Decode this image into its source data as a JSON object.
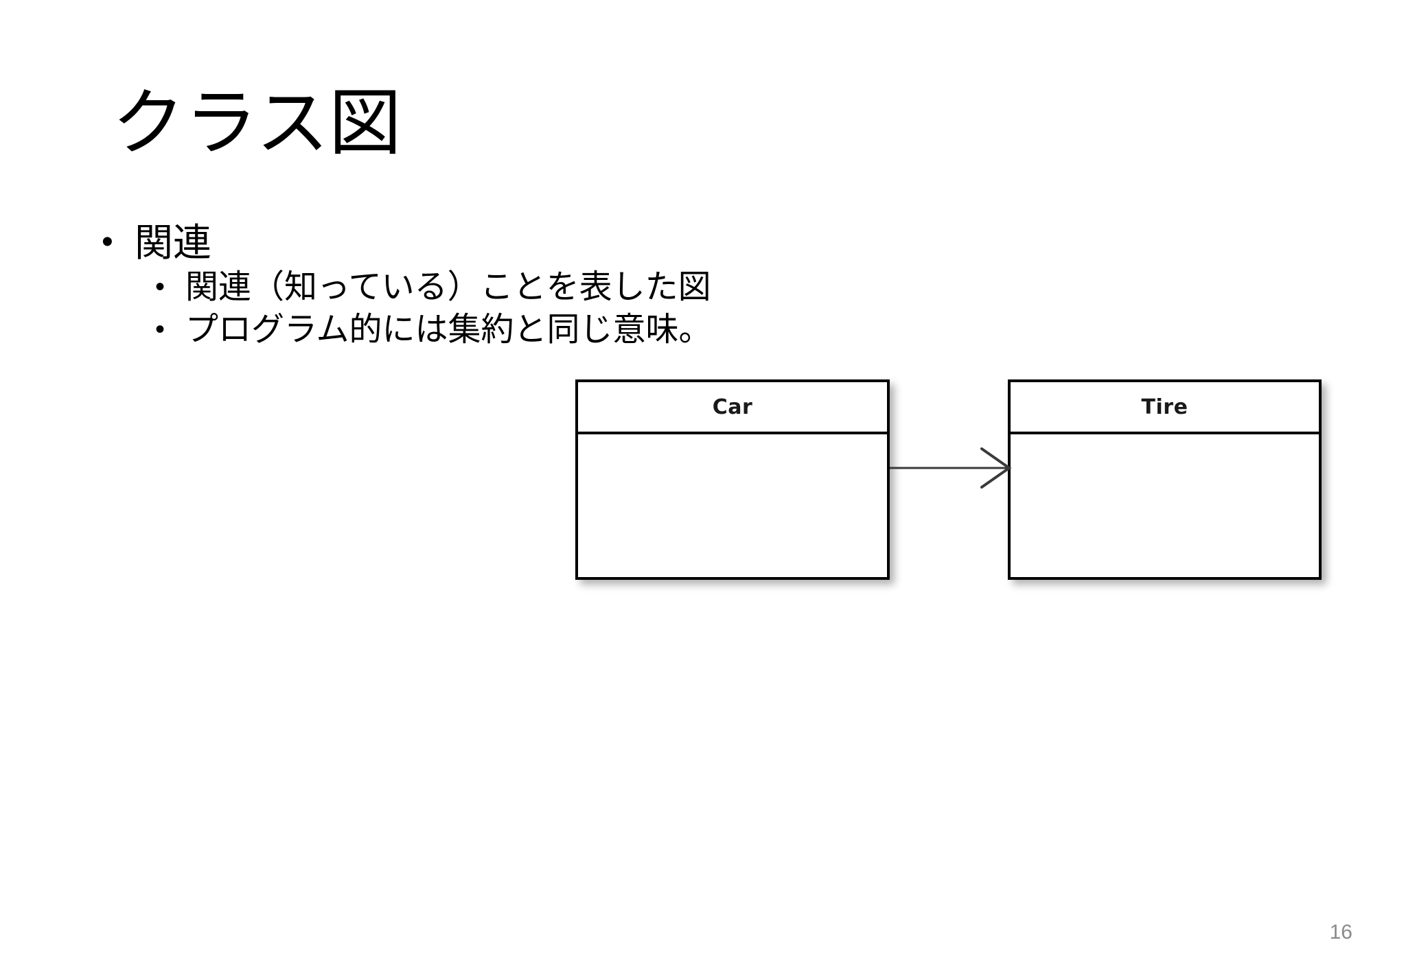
{
  "slide": {
    "title": "クラス図",
    "page_number": "16",
    "background_color": "#ffffff",
    "text_color": "#000000",
    "page_number_color": "#8a8a8a"
  },
  "content": {
    "bullets": [
      {
        "level": 1,
        "marker": "•",
        "text": "関連"
      },
      {
        "level": 2,
        "marker": "•",
        "text": "関連（知っている）ことを表した図"
      },
      {
        "level": 2,
        "marker": "•",
        "text": "プログラム的には集約と同じ意味。"
      }
    ]
  },
  "diagram": {
    "type": "uml-class-diagram",
    "classes": [
      {
        "name": "Car"
      },
      {
        "name": "Tire"
      }
    ],
    "relationship": {
      "kind": "association",
      "arrowhead": "open-arrow",
      "from": "Car",
      "to": "Tire",
      "line_color": "#3a3a3a"
    }
  }
}
